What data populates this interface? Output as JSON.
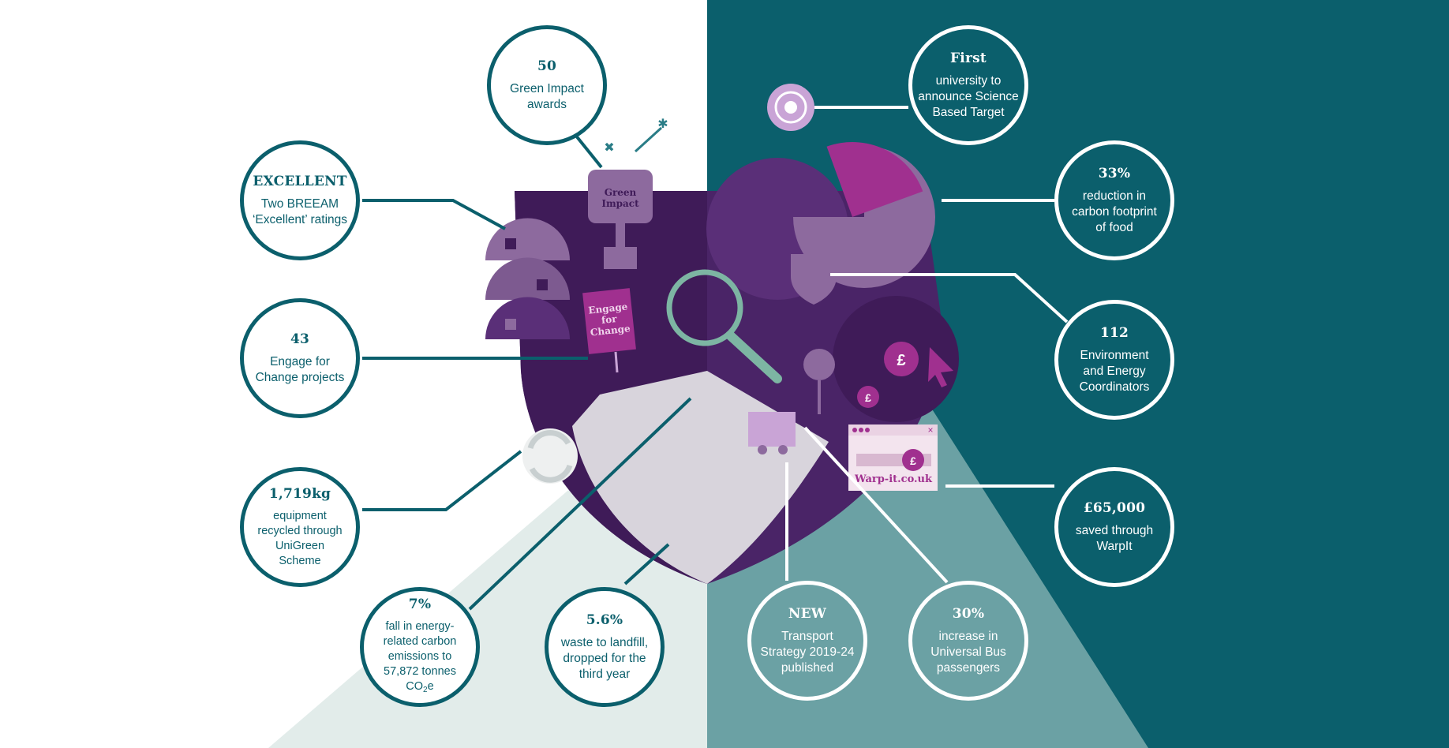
{
  "colors": {
    "teal": "#0b5f6c",
    "teal_mid": "#6ba1a4",
    "pale": "#e2ecea",
    "purple_dark": "#3f1b58",
    "purple": "#5a2f78",
    "mauve": "#8d6a9e",
    "magenta": "#a0308f",
    "grey": "#d8d4dc"
  },
  "stats": {
    "breeam": {
      "stat": "EXCELLENT",
      "desc": "Two BREEAM\n‘Excellent’ ratings"
    },
    "green": {
      "stat": "50",
      "desc": "Green Impact\nawards"
    },
    "first": {
      "stat": "First",
      "desc": "university to\nannounce Science\nBased Target"
    },
    "food": {
      "stat": "33%",
      "desc": "reduction in\ncarbon footprint\nof food"
    },
    "coord": {
      "stat": "112",
      "desc": "Environment\nand Energy\nCoordinators"
    },
    "engage": {
      "stat": "43",
      "desc": "Engage for\nChange projects"
    },
    "recycled": {
      "stat": "1,719kg",
      "desc": "equipment\nrecycled through\nUniGreen\nScheme"
    },
    "energy": {
      "stat": "7%",
      "desc_main": "fall in energy-\nrelated carbon\nemissions to\n57,872 tonnes\nCO",
      "desc_sub": "2",
      "desc_tail": "e"
    },
    "waste": {
      "stat": "5.6%",
      "desc": "waste to landfill,\ndropped for the\nthird year"
    },
    "transport": {
      "stat": "NEW",
      "desc": "Transport\nStrategy 2019-24\npublished"
    },
    "bus": {
      "stat": "30%",
      "desc": "increase in\nUniversal Bus\npassengers"
    },
    "warpit": {
      "stat": "£65,000",
      "desc": "saved through\nWarpIt"
    }
  },
  "illustration": {
    "trophy_line1": "Green",
    "trophy_line2": "Impact",
    "sign_line1": "Engage",
    "sign_line2": "for",
    "sign_line3": "Change",
    "pound": "£",
    "warp_url": "Warp-it.co.uk",
    "close_x": "×"
  }
}
